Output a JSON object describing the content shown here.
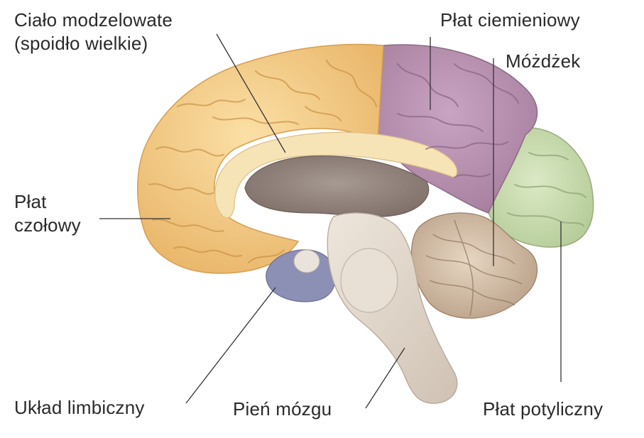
{
  "labels": {
    "corpus_callosum": [
      "Ciało modzelowate",
      "(spoidło wielkie)"
    ],
    "parietal_lobe": "Płat ciemieniowy",
    "cerebellum": "Móżdżek",
    "frontal_lobe": [
      "Płat",
      "czołowy"
    ],
    "limbic_system": "Układ limbiczny",
    "brainstem": "Pień mózgu",
    "occipital_lobe": "Płat potyliczny"
  },
  "colors": {
    "frontal_lobe": "#f3c77f",
    "parietal_lobe": "#b98fb0",
    "occipital_lobe": "#c9dcae",
    "limbic_system": "#8b8fb3",
    "cerebellum": "#d8c4ae",
    "brainstem": "#e6dcd2",
    "corpus_callosum": "#f6dca8",
    "leader_lines": "#333333"
  }
}
